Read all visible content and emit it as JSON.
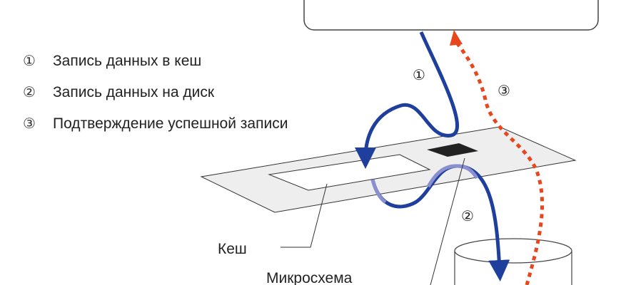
{
  "legend": [
    {
      "marker": "①",
      "label": "Запись данных в кеш"
    },
    {
      "marker": "②",
      "label": "Запись данных на диск"
    },
    {
      "marker": "③",
      "label": "Подтверждение успешной записи"
    }
  ],
  "step_markers": {
    "one": "①",
    "two": "②",
    "three": "③"
  },
  "labels": {
    "cache": "Кеш",
    "chip": "Микросхема"
  },
  "colors": {
    "write_arrow": "#1f3f9c",
    "ack_arrow": "#e8461c",
    "plate": "#eeeeee",
    "chip": "#222222"
  }
}
